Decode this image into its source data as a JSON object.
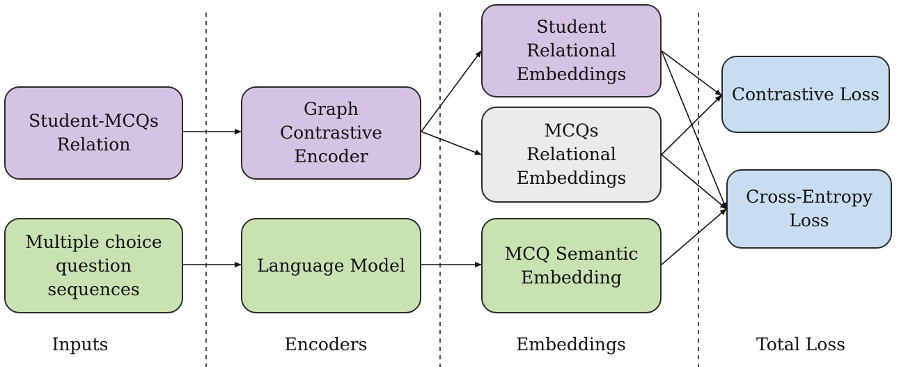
{
  "columns": {
    "inputs": "Inputs",
    "encoders": "Encoders",
    "embeddings": "Embeddings",
    "total_loss": "Total Loss"
  },
  "nodes": {
    "student_mcqs_relation": "Student-MCQs\nRelation",
    "mcq_sequences": "Multiple choice\nquestion\nsequences",
    "graph_encoder": "Graph\nContrastive\nEncoder",
    "language_model": "Language Model",
    "student_embeddings": "Student\nRelational\nEmbeddings",
    "mcqs_embeddings": "MCQs\nRelational\nEmbeddings",
    "mcq_semantic": "MCQ Semantic\nEmbedding",
    "contrastive_loss": "Contrastive Loss",
    "cross_entropy_loss": "Cross-Entropy\nLoss"
  },
  "colors": {
    "relational": "#d5c3e3",
    "mcq_relational": "#ebebeb",
    "language": "#c8e2b2",
    "loss": "#c8ddf1"
  }
}
